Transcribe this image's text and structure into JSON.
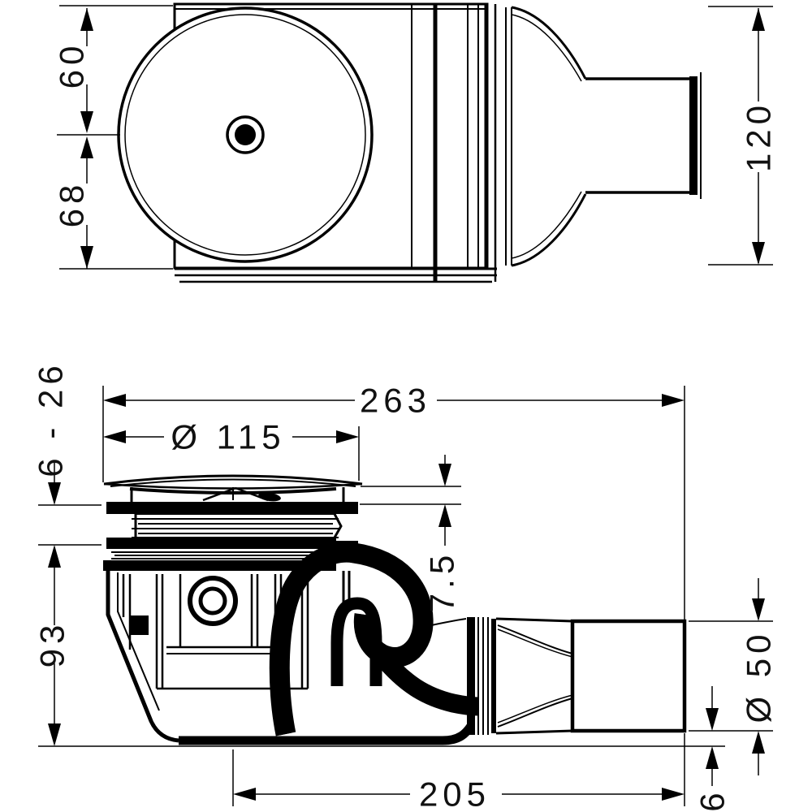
{
  "page": {
    "background": "#ffffff",
    "line_color": "#000000",
    "text_color": "#111111",
    "description": "Technical dimension drawing of a shower drain waste trap, plan view above and sectional side view below"
  },
  "dims": {
    "dim_60": "60",
    "dim_68": "68",
    "dim_120": "120",
    "dim_263": "263",
    "dim_115": "Ø 115",
    "dim_6_26": "6 - 26",
    "dim_7_5": "7.5",
    "dim_93": "93",
    "dim_50": "Ø 50",
    "dim_205": "205",
    "dim_6": "6"
  },
  "dimensions_list": [
    {
      "view": "plan",
      "label": "60",
      "orientation": "vertical"
    },
    {
      "view": "plan",
      "label": "68",
      "orientation": "vertical"
    },
    {
      "view": "plan",
      "label": "120",
      "orientation": "vertical"
    },
    {
      "view": "section",
      "label": "263",
      "orientation": "horizontal"
    },
    {
      "view": "section",
      "label": "Ø 115",
      "orientation": "horizontal"
    },
    {
      "view": "section",
      "label": "6 - 26",
      "orientation": "vertical"
    },
    {
      "view": "section",
      "label": "7.5",
      "orientation": "vertical"
    },
    {
      "view": "section",
      "label": "93",
      "orientation": "vertical"
    },
    {
      "view": "section",
      "label": "Ø 50",
      "orientation": "vertical"
    },
    {
      "view": "section",
      "label": "205",
      "orientation": "horizontal"
    },
    {
      "view": "section",
      "label": "6",
      "orientation": "vertical"
    }
  ]
}
